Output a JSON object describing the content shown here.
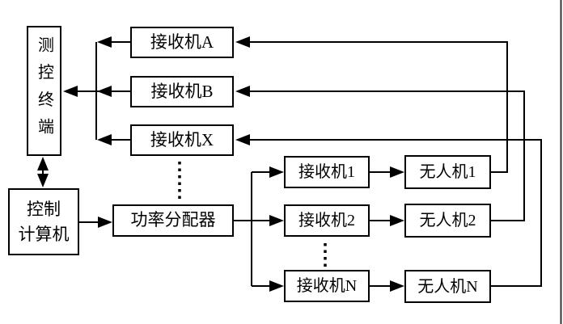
{
  "diagram": {
    "background": "#ffffff",
    "line_color": "#000000",
    "nodes": {
      "terminal": {
        "label": "测控终端"
      },
      "computer": {
        "lines": [
          "控制",
          "计算机"
        ]
      },
      "receiver_a": {
        "label": "接收机A"
      },
      "receiver_b": {
        "label": "接收机B"
      },
      "receiver_x": {
        "label": "接收机X"
      },
      "power_divider": {
        "label": "功率分配器"
      },
      "receiver_1": {
        "label": "接收机1"
      },
      "receiver_2": {
        "label": "接收机2"
      },
      "receiver_n": {
        "label": "接收机N"
      },
      "uav_1": {
        "label": "无人机1"
      },
      "uav_2": {
        "label": "无人机2"
      },
      "uav_n": {
        "label": "无人机N"
      }
    },
    "edges": [
      {
        "from": "receiver_a",
        "to": "terminal",
        "style": "arrow"
      },
      {
        "from": "receiver_b",
        "to": "terminal",
        "style": "arrow"
      },
      {
        "from": "receiver_x",
        "to": "terminal",
        "style": "arrow"
      },
      {
        "from": "terminal",
        "to": "computer",
        "style": "double-arrow"
      },
      {
        "from": "computer",
        "to": "power_divider",
        "style": "arrow"
      },
      {
        "from": "power_divider",
        "to": "receiver_1",
        "style": "arrow"
      },
      {
        "from": "power_divider",
        "to": "receiver_2",
        "style": "arrow"
      },
      {
        "from": "power_divider",
        "to": "receiver_n",
        "style": "arrow"
      },
      {
        "from": "receiver_1",
        "to": "uav_1",
        "style": "arrow"
      },
      {
        "from": "receiver_2",
        "to": "uav_2",
        "style": "arrow"
      },
      {
        "from": "receiver_n",
        "to": "uav_n",
        "style": "arrow"
      },
      {
        "from": "uav_1",
        "to": "receiver_a",
        "style": "arrow"
      },
      {
        "from": "uav_2",
        "to": "receiver_b",
        "style": "arrow"
      },
      {
        "from": "uav_n",
        "to": "receiver_x",
        "style": "arrow"
      },
      {
        "between": [
          "receiver_x",
          "power_divider"
        ],
        "style": "vertical-ellipsis"
      },
      {
        "between": [
          "receiver_2",
          "receiver_n"
        ],
        "style": "vertical-ellipsis"
      }
    ]
  }
}
